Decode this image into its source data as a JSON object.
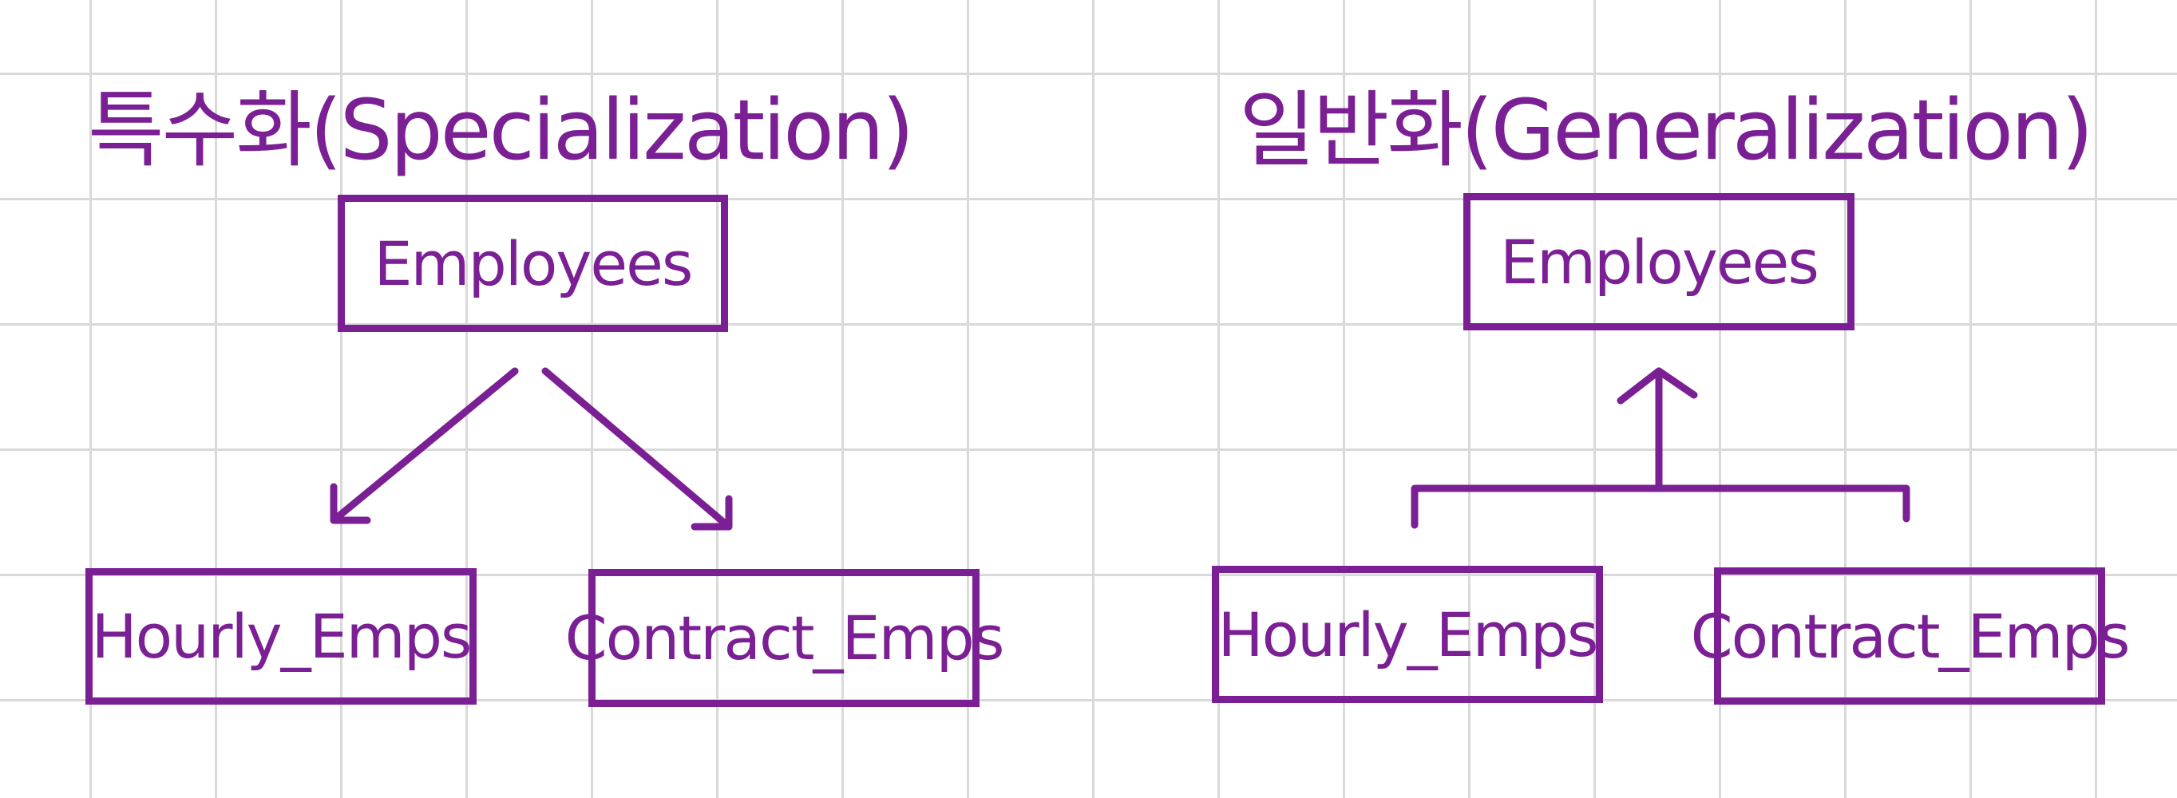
{
  "style": {
    "ink_color": "#7b1f94",
    "grid_color": "#d9d9d9",
    "background_color": "#ffffff"
  },
  "diagrams": {
    "specialization": {
      "title": "특수화(Specialization)",
      "parent": "Employees",
      "children": [
        "Hourly_Emps",
        "Contract_Emps"
      ]
    },
    "generalization": {
      "title": "일반화(Generalization)",
      "parent": "Employees",
      "children": [
        "Hourly_Emps",
        "Contract_Emps"
      ]
    }
  }
}
